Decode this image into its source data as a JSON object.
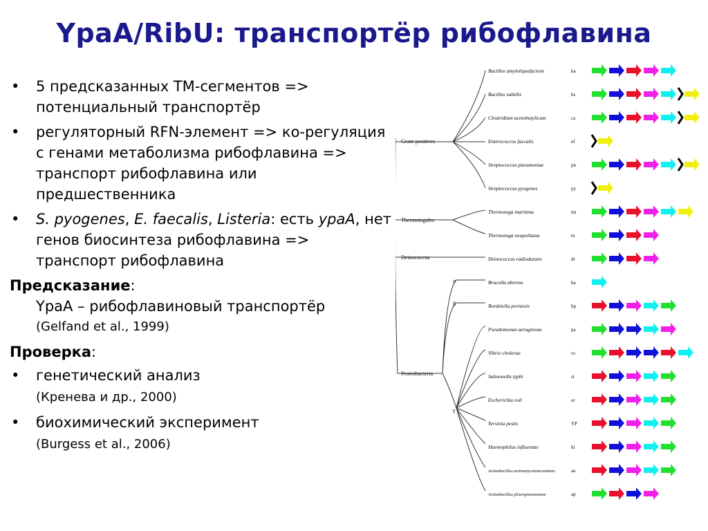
{
  "title": "YpaA/RibU: транспортёр рибофлавина",
  "bullets1": [
    "5 предсказанных ТМ-сегментов => потенциальный транспортёр",
    "регуляторный RFN-элемент => ко-регуляция с генами метаболизма рибофлавина => транспорт рибофлавина или предшественника"
  ],
  "bullet3": {
    "s1": "S. pyogenes",
    "c1": ", ",
    "s2": "E. faecalis",
    "c2": ", ",
    "s3": "Listeria",
    "rest": ": есть ",
    "gene": "ypaA",
    "rest2": ", нет генов биосинтеза рибофлавина => транспорт рибофлавина"
  },
  "prediction": {
    "head": "Предсказание",
    "colon": ":",
    "text": "YpaA – рибофлавиновый транспортёр",
    "ref": "(Gelfand et al., 1999)"
  },
  "check": {
    "head": "Проверка",
    "colon": ":",
    "items": [
      {
        "text": "генетический анализ",
        "ref": "(Кренева и др., 2000)"
      },
      {
        "text": "биохимический эксперимент",
        "ref": "(Burgess et al., 2006)"
      }
    ]
  },
  "groups": [
    "Gram-positives",
    "Thermotogales",
    "Deinococcus",
    "Proteobacteria"
  ],
  "greek": [
    "α",
    "β",
    "γ"
  ],
  "colors": {
    "red": "#e8102a",
    "green": "#22e030",
    "blue": "#1010d8",
    "magenta": "#f020e8",
    "cyan": "#10f0f0",
    "yellow": "#f0f010",
    "black": "#000000",
    "title": "#1a1a8c"
  },
  "species": [
    {
      "name": "Bacillus amyloliquefaciens",
      "code": "ba",
      "genes": [
        "green",
        "blue",
        "red",
        "magenta",
        "cyan"
      ]
    },
    {
      "name": "Bacillus subtilis",
      "code": "bs",
      "genes": [
        "green",
        "blue",
        "red",
        "magenta",
        "cyan",
        "bk",
        "yellow"
      ]
    },
    {
      "name": "Clostridium acetobutylicum",
      "code": "ca",
      "genes": [
        "green",
        "blue",
        "red",
        "magenta",
        "cyan",
        "bk",
        "yellow"
      ]
    },
    {
      "name": "Enterococcus faecalis",
      "code": "ef",
      "genes": [
        "bk",
        "yellow"
      ]
    },
    {
      "name": "Streptococcus pneumoniae",
      "code": "pn",
      "genes": [
        "green",
        "blue",
        "red",
        "magenta",
        "cyan",
        "bk",
        "yellow"
      ]
    },
    {
      "name": "Streptococcus pyogenes",
      "code": "py",
      "genes": [
        "bk",
        "yellow"
      ]
    },
    {
      "name": "Thermotoga maritima",
      "code": "tm",
      "genes": [
        "green",
        "blue",
        "red",
        "magenta",
        "cyan",
        "yellow"
      ]
    },
    {
      "name": "Thermotoga neapolitana",
      "code": "tn",
      "genes": [
        "green",
        "blue",
        "red",
        "magenta"
      ]
    },
    {
      "name": "Deinococcus radiodurans",
      "code": "dr",
      "genes": [
        "green",
        "blue",
        "red",
        "magenta"
      ]
    },
    {
      "name": "Brucella abortus",
      "code": "ba",
      "genes": [
        "cyan"
      ]
    },
    {
      "name": "Bordetella pertussis",
      "code": "bp",
      "genes": [
        "red",
        "blue",
        "magenta",
        "cyan",
        "green"
      ]
    },
    {
      "name": "Pseudomonas aeruginosa",
      "code": "pa",
      "genes": [
        "green",
        "blue",
        "blue",
        "cyan",
        "magenta"
      ]
    },
    {
      "name": "Vibrio cholerae",
      "code": "vc",
      "genes": [
        "green",
        "red",
        "blue",
        "blue",
        "red",
        "cyan"
      ]
    },
    {
      "name": "Salmonella typhi",
      "code": "st",
      "genes": [
        "red",
        "blue",
        "magenta",
        "cyan",
        "green"
      ]
    },
    {
      "name": "Escherichia coli",
      "code": "ec",
      "genes": [
        "red",
        "blue",
        "magenta",
        "cyan",
        "green"
      ]
    },
    {
      "name": "Yersinia pestis",
      "code": "YP",
      "genes": [
        "red",
        "blue",
        "magenta",
        "cyan",
        "green"
      ]
    },
    {
      "name": "Haemophilus influenzae",
      "code": "hi",
      "genes": [
        "red",
        "blue",
        "magenta",
        "cyan",
        "green"
      ]
    },
    {
      "name": "Actinobacillus actinomycetemcomitans",
      "code": "aa",
      "genes": [
        "red",
        "blue",
        "magenta",
        "cyan",
        "green"
      ]
    },
    {
      "name": "Actinobacillus pleuropneumoniae",
      "code": "ap",
      "genes": [
        "green",
        "red",
        "blue",
        "magenta"
      ]
    }
  ]
}
